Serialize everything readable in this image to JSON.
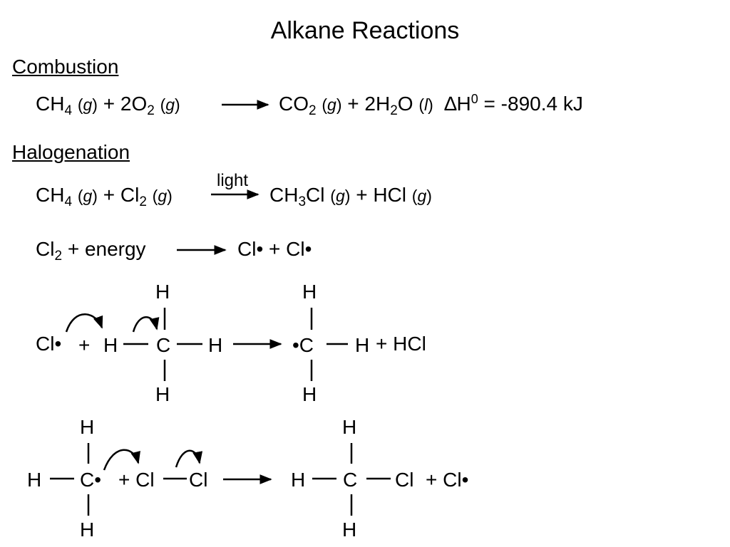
{
  "title": "Alkane Reactions",
  "combustion": {
    "heading": "Combustion",
    "r1_formula": "CH",
    "r1_sub": "4",
    "r1_phase": "g",
    "plus1": "+ 2O",
    "r2_sub": "2",
    "r2_phase": "g",
    "p1_formula": "CO",
    "p1_sub": "2",
    "p1_phase": "g",
    "plus2": "+ 2H",
    "p2_sub": "2",
    "p2_tail": "O",
    "p2_phase": "l",
    "delta": "∆H",
    "delta_sup": "0",
    "delta_value": "= -890.4 kJ"
  },
  "halogenation": {
    "heading": "Halogenation",
    "r1_formula": "CH",
    "r1_sub": "4",
    "r1_phase": "g",
    "plus1": "+ Cl",
    "r2_sub": "2",
    "r2_phase": "g",
    "arrow_label": "light",
    "p1_formula": "CH",
    "p1_sub": "3",
    "p1_tail": "Cl",
    "p1_phase": "g",
    "plus2": "+ HCl",
    "p2_phase": "g"
  },
  "initiation": {
    "reactant": "Cl",
    "reactant_sub": "2",
    "reactant_tail": "+ energy",
    "products": "Cl• + Cl•"
  },
  "propagation1": {
    "cl_radical": "Cl•",
    "plus": "+",
    "h_top": "H",
    "h_left": "H",
    "carbon": "C",
    "h_right": "H",
    "h_bottom": "H",
    "p_h_top": "H",
    "p_carbon": "•C",
    "p_h_right": "H",
    "p_h_bottom": "H",
    "p_plus_hcl": "+ HCl"
  },
  "propagation2": {
    "h_top": "H",
    "h_left": "H",
    "carbon": "C•",
    "h_bottom": "H",
    "plus_cl": "+ Cl",
    "cl2": "Cl",
    "p_h_top": "H",
    "p_h_left": "H",
    "p_carbon": "C",
    "p_cl": "Cl",
    "p_h_bottom": "H",
    "p_plus_cl": "+ Cl•"
  }
}
